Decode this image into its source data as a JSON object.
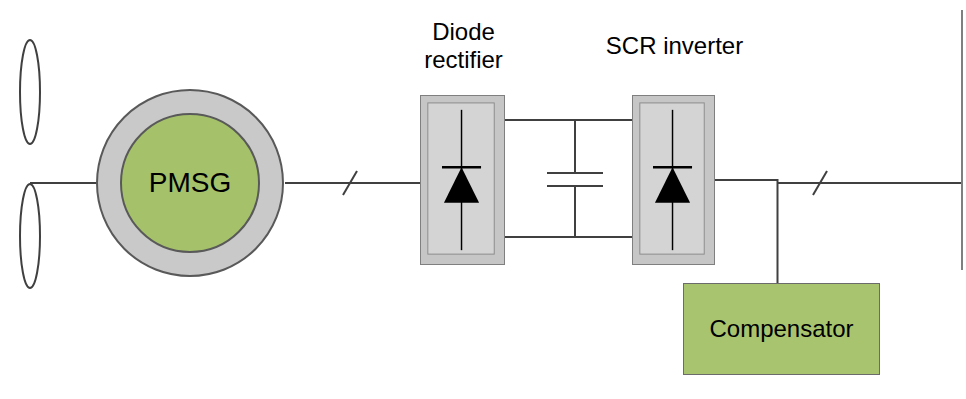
{
  "diagram": {
    "nodes": [
      {
        "text": [
          "PMSG"
        ]
      },
      {
        "text": [
          "Diode rectifier"
        ]
      },
      {
        "text": [
          "SCR inverter"
        ]
      },
      {
        "text": [
          "Compensator"
        ]
      }
    ],
    "edges": [
      {
        "from": 0,
        "to": 1,
        "arrow": "none"
      },
      {
        "from": 1,
        "to": 2,
        "arrow": "none"
      },
      {
        "from": 2,
        "to": 3,
        "arrow": "none"
      }
    ]
  }
}
